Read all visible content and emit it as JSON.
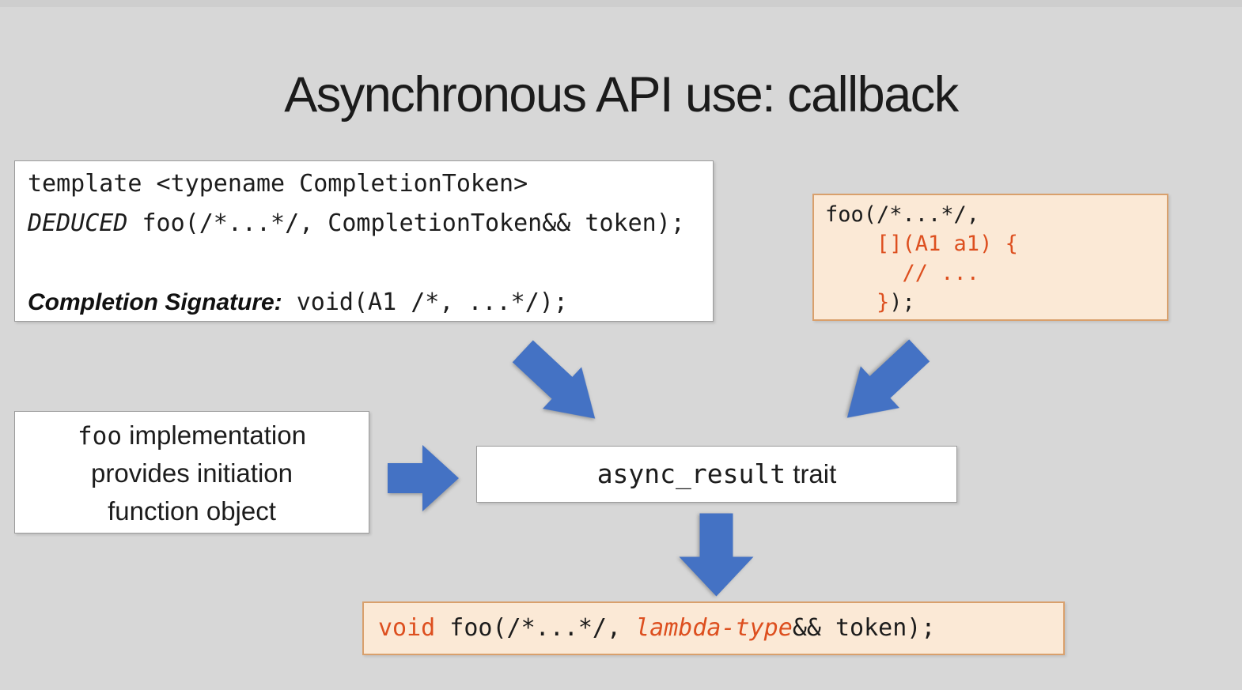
{
  "title": "Asynchronous API use: callback",
  "template_box": {
    "line1": "template <typename CompletionToken>",
    "line2_kw": "DEDUCED",
    "line2_rest": " foo(/*...*/, CompletionToken&& token);",
    "sig_label": "Completion Signature:",
    "sig_code": " void(A1 /*, ...*/);"
  },
  "lambda_box": {
    "line1": "foo(/*...*/,",
    "line2": "    [](A1 a1) {",
    "line3": "      // ...",
    "line4_orange": "    }",
    "line4_dark": ");"
  },
  "impl_box": {
    "line1_code": "foo",
    "line1_rest": " implementation",
    "line2": "provides initiation",
    "line3": "function object"
  },
  "async_box": {
    "code": "async_result",
    "rest": " trait"
  },
  "bottom_box": {
    "kw": "void",
    "mid": " foo(/*...*/, ",
    "lambda_type": "lambda-type",
    "end": "&& token);"
  },
  "arrows": [
    {
      "icon": "arrow-down-right-icon",
      "from": "template-signature-box",
      "to": "async-result-box"
    },
    {
      "icon": "arrow-down-left-icon",
      "from": "lambda-callback-box",
      "to": "async-result-box"
    },
    {
      "icon": "arrow-right-icon",
      "from": "impl-note-box",
      "to": "async-result-box"
    },
    {
      "icon": "arrow-down-icon",
      "from": "async-result-box",
      "to": "result-signature-box"
    }
  ],
  "colors": {
    "background": "#d7d7d7",
    "arrow_blue": "#4472c4",
    "peach_bg": "#fbe9d6",
    "peach_border": "#d9a06c",
    "white_box_border": "#9b9b9b",
    "code_dark": "#1c1c1c",
    "code_orange": "#dd4f1f",
    "title_color": "#1b1b1b"
  }
}
